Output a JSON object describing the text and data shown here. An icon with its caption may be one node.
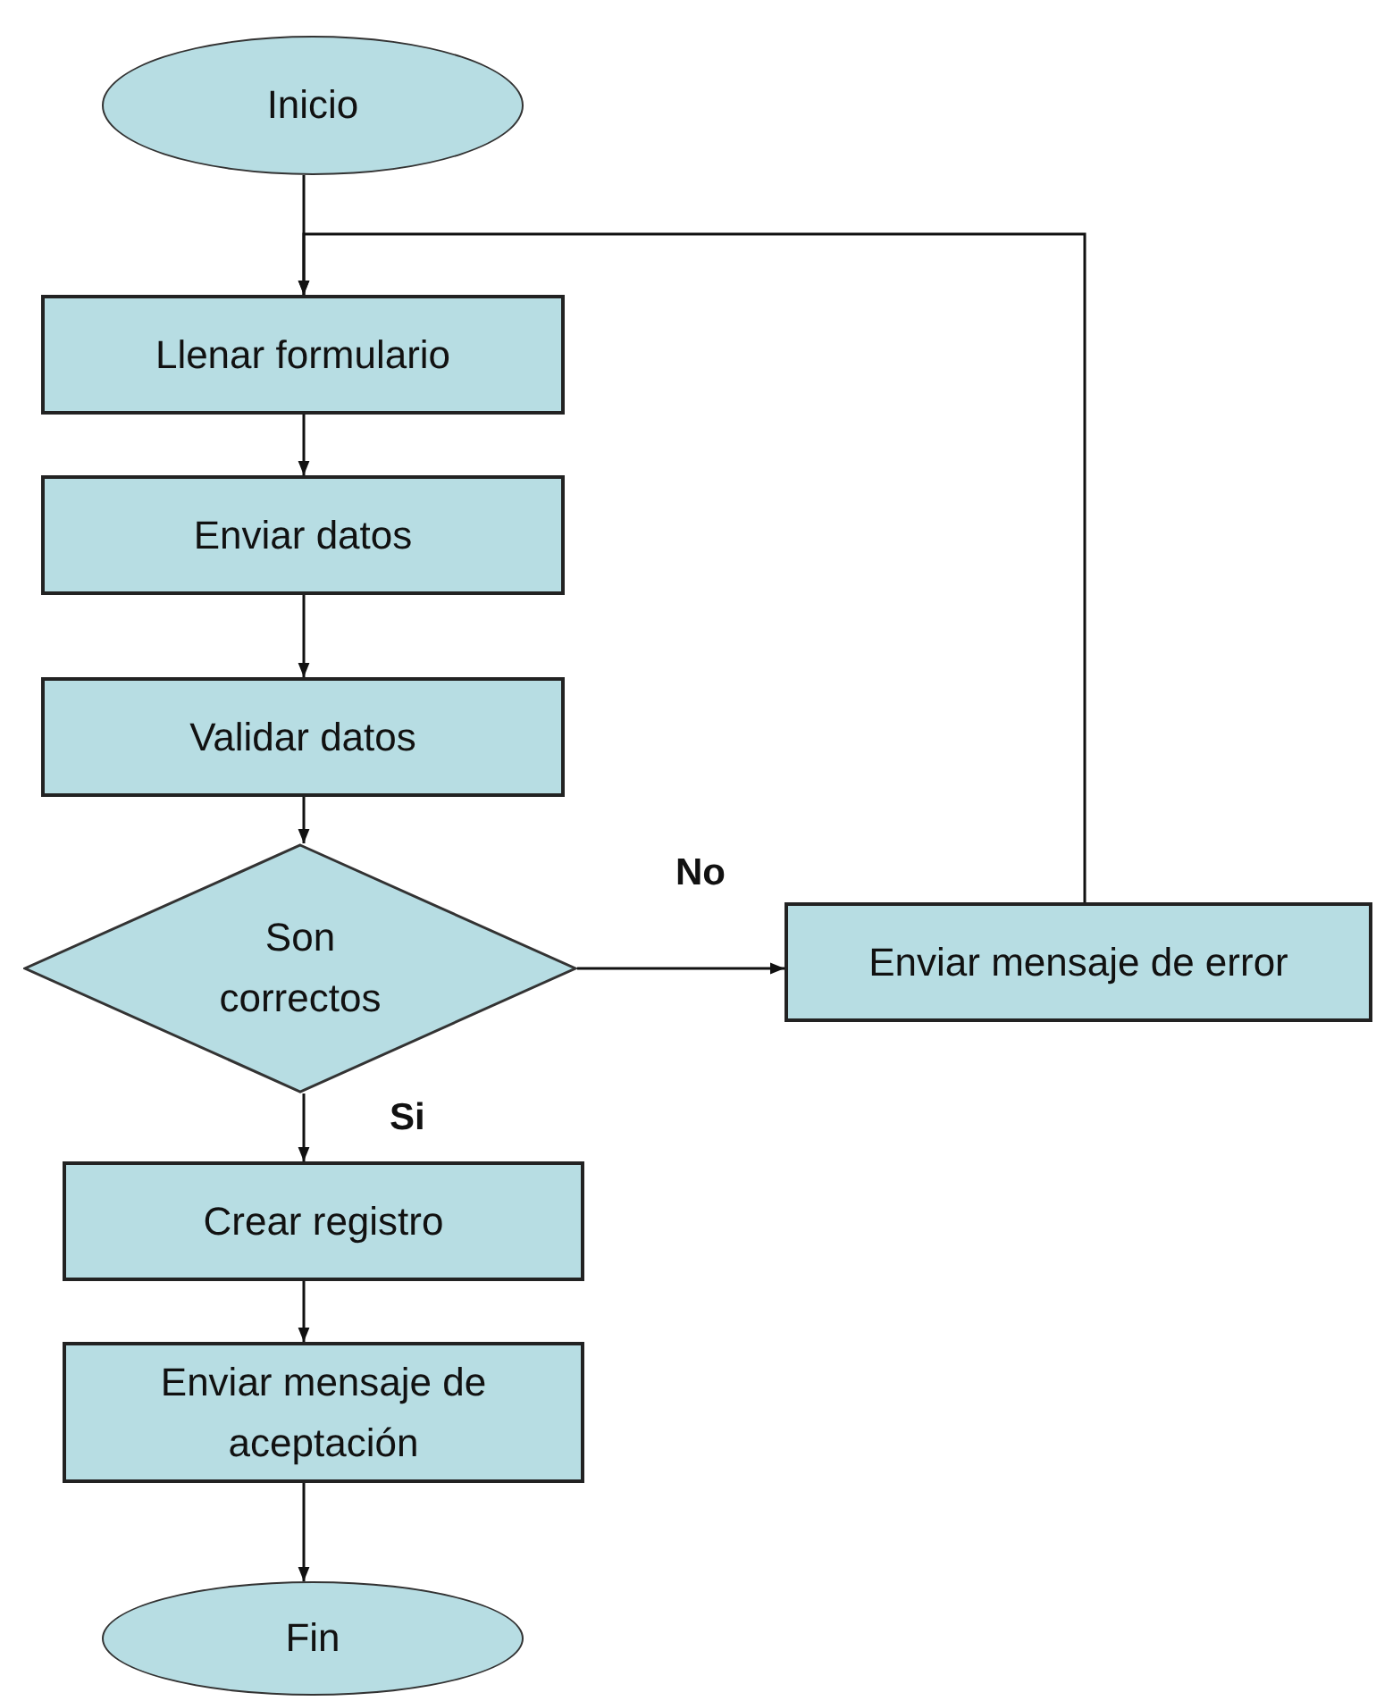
{
  "diagram": {
    "nodes": [
      {
        "text": [
          "Inicio"
        ]
      },
      {
        "text": [
          "Llenar formulario"
        ]
      },
      {
        "text": [
          "Enviar datos"
        ]
      },
      {
        "text": [
          "Validar datos"
        ]
      },
      {
        "text": [
          "Son correctos"
        ]
      },
      {
        "text": [
          "Enviar mensaje de error"
        ]
      },
      {
        "text": [
          "Crear registro"
        ]
      },
      {
        "text": [
          "Enviar mensaje de aceptación"
        ]
      },
      {
        "text": [
          "Fin"
        ]
      }
    ],
    "edges": [
      {
        "from": 0,
        "to": 1,
        "arrow": "to"
      },
      {
        "from": 1,
        "to": 2,
        "arrow": "to"
      },
      {
        "from": 2,
        "to": 3,
        "arrow": "to"
      },
      {
        "from": 3,
        "to": 4,
        "arrow": "to"
      },
      {
        "from": 4,
        "to": 5,
        "arrow": "to",
        "label": "No"
      },
      {
        "from": 5,
        "to": 1,
        "arrow": "to"
      },
      {
        "from": 4,
        "to": 6,
        "arrow": "to",
        "label": "Si"
      },
      {
        "from": 6,
        "to": 7,
        "arrow": "to"
      },
      {
        "from": 7,
        "to": 8,
        "arrow": "to"
      }
    ]
  }
}
